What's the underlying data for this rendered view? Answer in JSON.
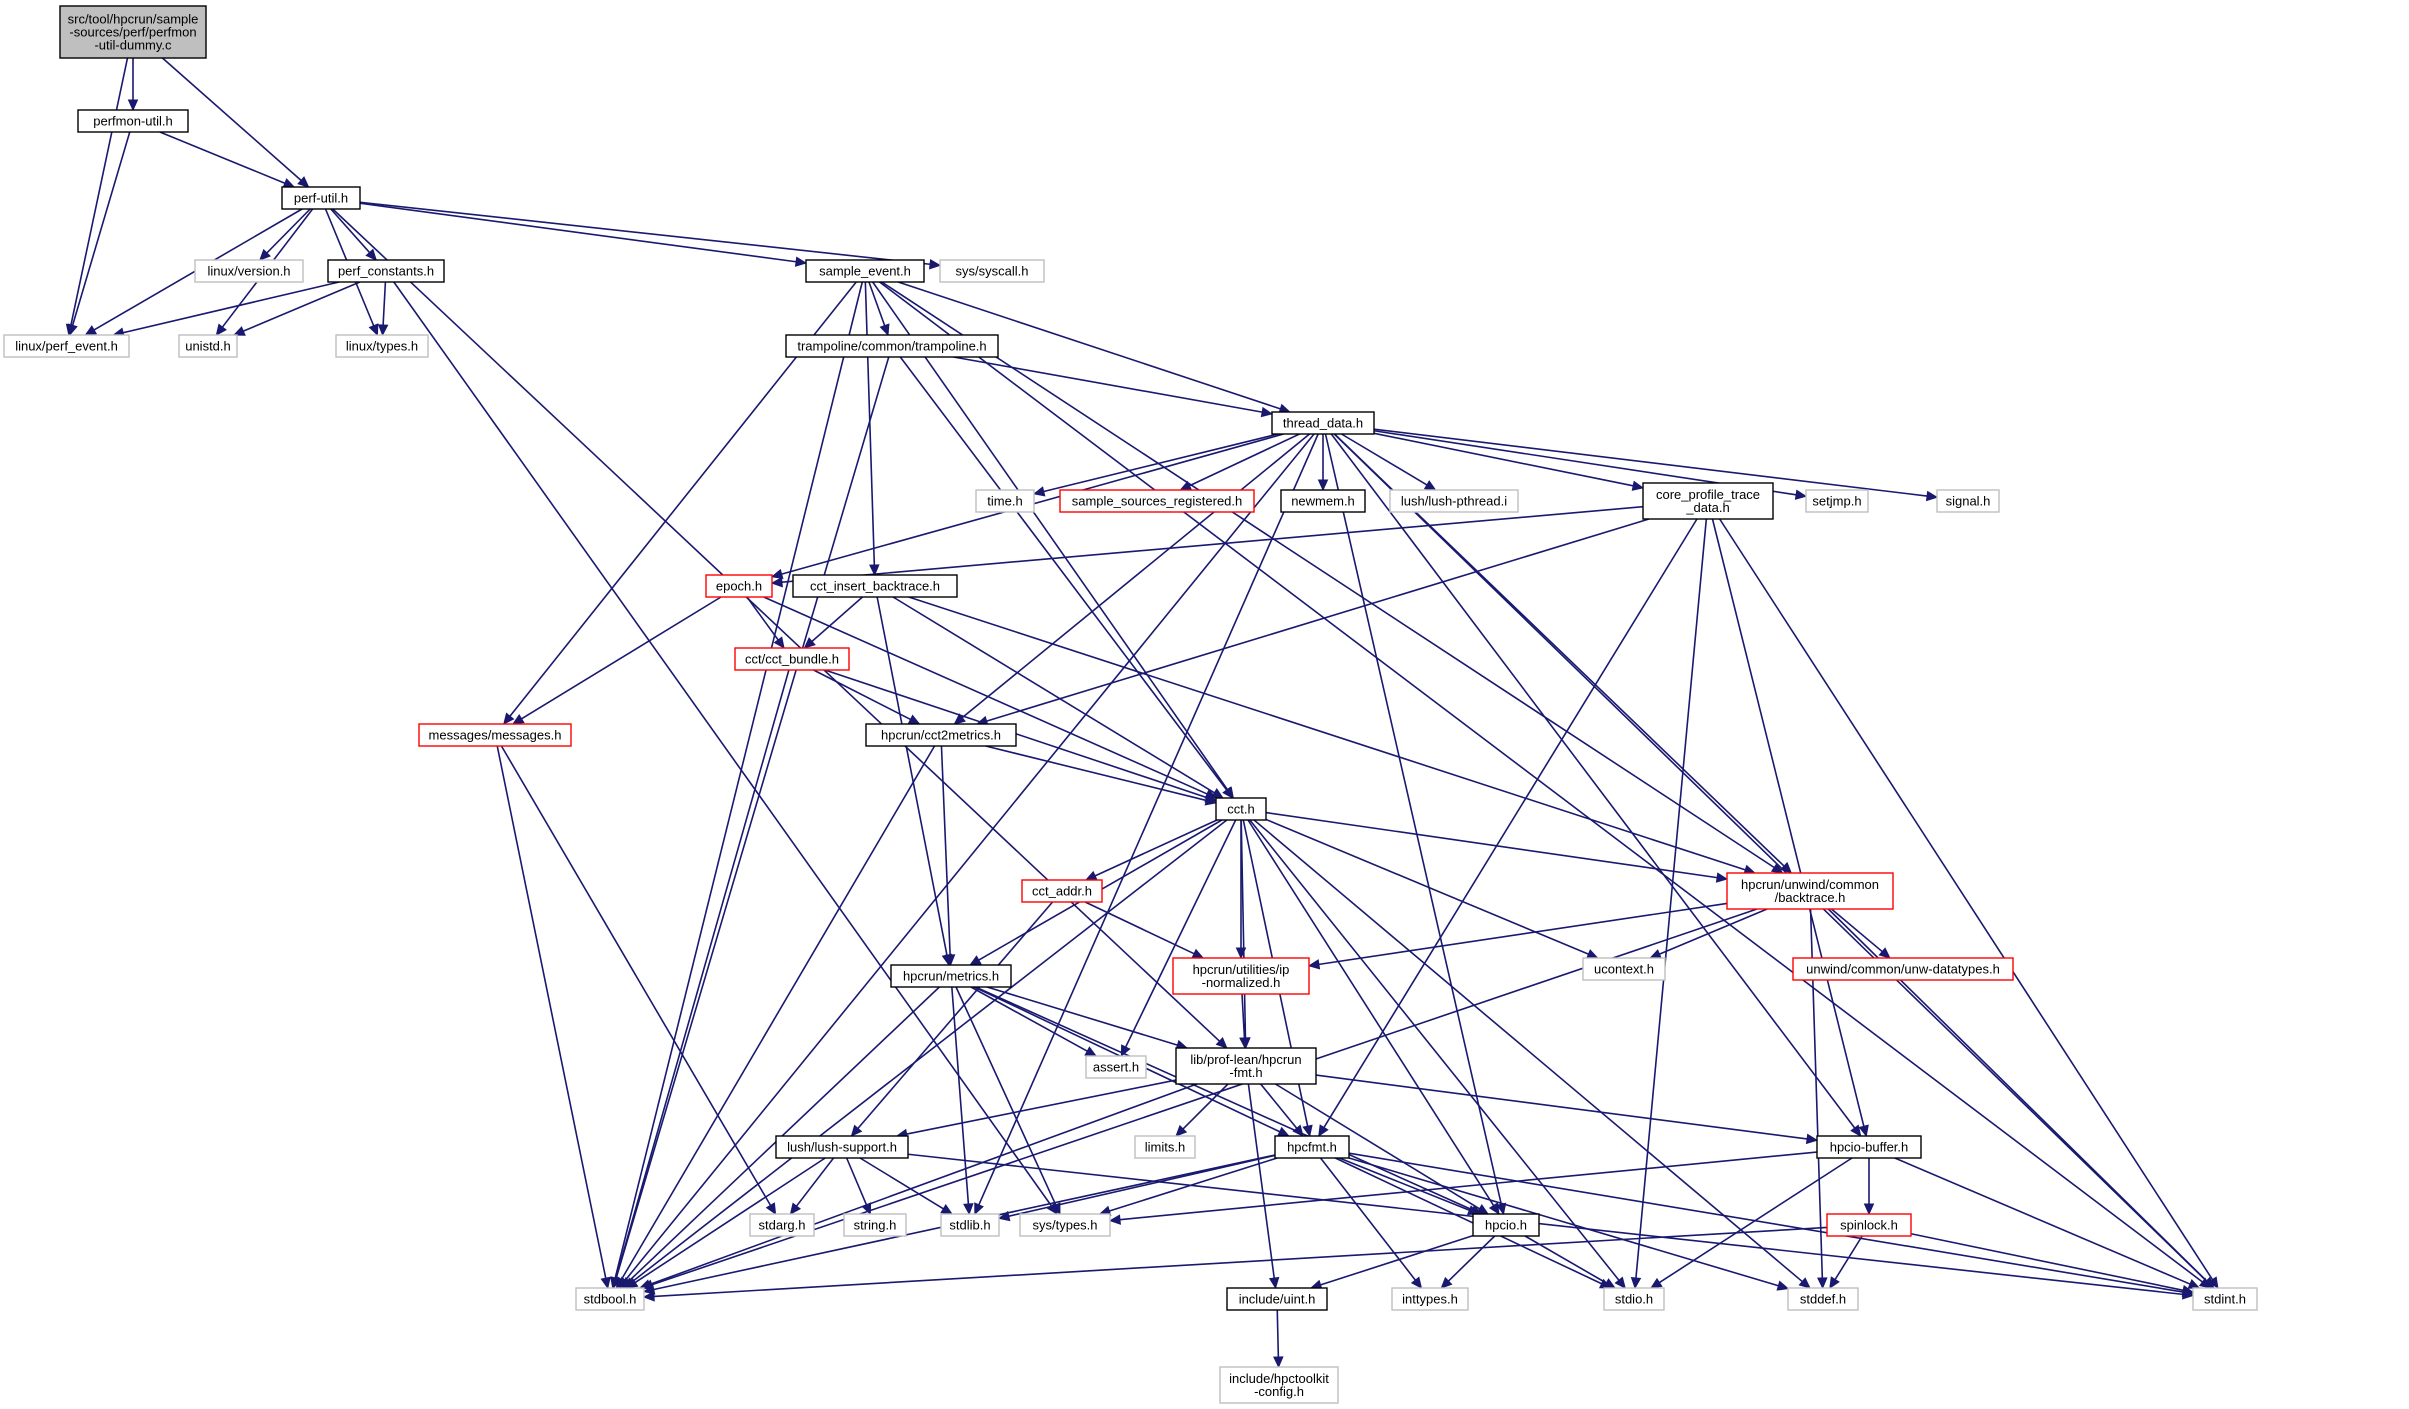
{
  "colors": {
    "edge": "#191970",
    "internal_border": "#000000",
    "external_border": "#bfbfbf",
    "error_border": "#ff0000",
    "root_fill": "#bfbfbf",
    "node_fill": "#ffffff"
  },
  "nodes": [
    {
      "id": "root",
      "lines": [
        "src/tool/hpcrun/sample",
        "-sources/perf/perfmon",
        "-util-dummy.c"
      ],
      "kind": "root"
    },
    {
      "id": "perfmon_util",
      "lines": [
        "perfmon-util.h"
      ],
      "kind": "internal"
    },
    {
      "id": "perf_util",
      "lines": [
        "perf-util.h"
      ],
      "kind": "internal"
    },
    {
      "id": "linux_perf_event",
      "lines": [
        "linux/perf_event.h"
      ],
      "kind": "external"
    },
    {
      "id": "linux_version",
      "lines": [
        "linux/version.h"
      ],
      "kind": "external"
    },
    {
      "id": "unistd",
      "lines": [
        "unistd.h"
      ],
      "kind": "external"
    },
    {
      "id": "perf_constants",
      "lines": [
        "perf_constants.h"
      ],
      "kind": "internal"
    },
    {
      "id": "linux_types",
      "lines": [
        "linux/types.h"
      ],
      "kind": "external"
    },
    {
      "id": "sample_event",
      "lines": [
        "sample_event.h"
      ],
      "kind": "internal"
    },
    {
      "id": "sys_syscall",
      "lines": [
        "sys/syscall.h"
      ],
      "kind": "external"
    },
    {
      "id": "trampoline",
      "lines": [
        "trampoline/common/trampoline.h"
      ],
      "kind": "internal"
    },
    {
      "id": "thread_data",
      "lines": [
        "thread_data.h"
      ],
      "kind": "internal"
    },
    {
      "id": "time_h",
      "lines": [
        "time.h"
      ],
      "kind": "external"
    },
    {
      "id": "sample_sources_registered",
      "lines": [
        "sample_sources_registered.h"
      ],
      "kind": "error"
    },
    {
      "id": "newmem",
      "lines": [
        "newmem.h"
      ],
      "kind": "internal"
    },
    {
      "id": "lush_pthread",
      "lines": [
        "lush/lush-pthread.i"
      ],
      "kind": "external"
    },
    {
      "id": "core_profile",
      "lines": [
        "core_profile_trace",
        "_data.h"
      ],
      "kind": "internal"
    },
    {
      "id": "setjmp",
      "lines": [
        "setjmp.h"
      ],
      "kind": "external"
    },
    {
      "id": "signal_h",
      "lines": [
        "signal.h"
      ],
      "kind": "external"
    },
    {
      "id": "epoch",
      "lines": [
        "epoch.h"
      ],
      "kind": "error"
    },
    {
      "id": "cct_insert",
      "lines": [
        "cct_insert_backtrace.h"
      ],
      "kind": "internal"
    },
    {
      "id": "cct_bundle",
      "lines": [
        "cct/cct_bundle.h"
      ],
      "kind": "error"
    },
    {
      "id": "messages",
      "lines": [
        "messages/messages.h"
      ],
      "kind": "error"
    },
    {
      "id": "cct2metrics",
      "lines": [
        "hpcrun/cct2metrics.h"
      ],
      "kind": "internal"
    },
    {
      "id": "cct",
      "lines": [
        "cct.h"
      ],
      "kind": "internal"
    },
    {
      "id": "backtrace",
      "lines": [
        "hpcrun/unwind/common",
        "/backtrace.h"
      ],
      "kind": "error"
    },
    {
      "id": "cct_addr",
      "lines": [
        "cct_addr.h"
      ],
      "kind": "error"
    },
    {
      "id": "ip_normalized",
      "lines": [
        "hpcrun/utilities/ip",
        "-normalized.h"
      ],
      "kind": "error"
    },
    {
      "id": "ucontext",
      "lines": [
        "ucontext.h"
      ],
      "kind": "external"
    },
    {
      "id": "unw_datatypes",
      "lines": [
        "unwind/common/unw-datatypes.h"
      ],
      "kind": "error"
    },
    {
      "id": "metrics",
      "lines": [
        "hpcrun/metrics.h"
      ],
      "kind": "internal"
    },
    {
      "id": "assert_h",
      "lines": [
        "assert.h"
      ],
      "kind": "external"
    },
    {
      "id": "prof_lean_fmt",
      "lines": [
        "lib/prof-lean/hpcrun",
        "-fmt.h"
      ],
      "kind": "internal"
    },
    {
      "id": "limits_h",
      "lines": [
        "limits.h"
      ],
      "kind": "external"
    },
    {
      "id": "hpcfmt",
      "lines": [
        "hpcfmt.h"
      ],
      "kind": "internal"
    },
    {
      "id": "lush_support",
      "lines": [
        "lush/lush-support.h"
      ],
      "kind": "internal"
    },
    {
      "id": "hpcio_buffer",
      "lines": [
        "hpcio-buffer.h"
      ],
      "kind": "internal"
    },
    {
      "id": "stdarg",
      "lines": [
        "stdarg.h"
      ],
      "kind": "external"
    },
    {
      "id": "string_h",
      "lines": [
        "string.h"
      ],
      "kind": "external"
    },
    {
      "id": "stdlib",
      "lines": [
        "stdlib.h"
      ],
      "kind": "external"
    },
    {
      "id": "sys_types",
      "lines": [
        "sys/types.h"
      ],
      "kind": "external"
    },
    {
      "id": "hpcio",
      "lines": [
        "hpcio.h"
      ],
      "kind": "internal"
    },
    {
      "id": "spinlock",
      "lines": [
        "spinlock.h"
      ],
      "kind": "error"
    },
    {
      "id": "stdbool",
      "lines": [
        "stdbool.h"
      ],
      "kind": "external"
    },
    {
      "id": "include_uint",
      "lines": [
        "include/uint.h"
      ],
      "kind": "internal"
    },
    {
      "id": "inttypes",
      "lines": [
        "inttypes.h"
      ],
      "kind": "external"
    },
    {
      "id": "stdio",
      "lines": [
        "stdio.h"
      ],
      "kind": "external"
    },
    {
      "id": "stddef",
      "lines": [
        "stddef.h"
      ],
      "kind": "external"
    },
    {
      "id": "stdint",
      "lines": [
        "stdint.h"
      ],
      "kind": "external"
    },
    {
      "id": "hpctoolkit_config",
      "lines": [
        "include/hpctoolkit",
        "-config.h"
      ],
      "kind": "external"
    }
  ],
  "edges": [
    [
      "root",
      "perfmon_util"
    ],
    [
      "root",
      "perf_util"
    ],
    [
      "root",
      "linux_perf_event"
    ],
    [
      "perfmon_util",
      "perf_util"
    ],
    [
      "perfmon_util",
      "linux_perf_event"
    ],
    [
      "perf_util",
      "linux_perf_event"
    ],
    [
      "perf_util",
      "linux_version"
    ],
    [
      "perf_util",
      "unistd"
    ],
    [
      "perf_util",
      "perf_constants"
    ],
    [
      "perf_util",
      "linux_types"
    ],
    [
      "perf_util",
      "sample_event"
    ],
    [
      "perf_util",
      "sys_syscall"
    ],
    [
      "perf_util",
      "prof_lean_fmt"
    ],
    [
      "perf_constants",
      "linux_perf_event"
    ],
    [
      "perf_constants",
      "unistd"
    ],
    [
      "perf_constants",
      "linux_types"
    ],
    [
      "perf_constants",
      "sys_types"
    ],
    [
      "sample_event",
      "trampoline"
    ],
    [
      "sample_event",
      "thread_data"
    ],
    [
      "sample_event",
      "cct_insert"
    ],
    [
      "sample_event",
      "messages"
    ],
    [
      "sample_event",
      "stdbool"
    ],
    [
      "sample_event",
      "stdint"
    ],
    [
      "sample_event",
      "cct"
    ],
    [
      "sample_event",
      "backtrace"
    ],
    [
      "trampoline",
      "thread_data"
    ],
    [
      "trampoline",
      "cct"
    ],
    [
      "trampoline",
      "stdbool"
    ],
    [
      "thread_data",
      "time_h"
    ],
    [
      "thread_data",
      "sample_sources_registered"
    ],
    [
      "thread_data",
      "newmem"
    ],
    [
      "thread_data",
      "lush_pthread"
    ],
    [
      "thread_data",
      "core_profile"
    ],
    [
      "thread_data",
      "setjmp"
    ],
    [
      "thread_data",
      "signal_h"
    ],
    [
      "thread_data",
      "epoch"
    ],
    [
      "thread_data",
      "cct2metrics"
    ],
    [
      "thread_data",
      "backtrace"
    ],
    [
      "thread_data",
      "hpcio"
    ],
    [
      "thread_data",
      "hpcio_buffer"
    ],
    [
      "thread_data",
      "stdint"
    ],
    [
      "thread_data",
      "stdbool"
    ],
    [
      "thread_data",
      "stdlib"
    ],
    [
      "core_profile",
      "epoch"
    ],
    [
      "core_profile",
      "cct2metrics"
    ],
    [
      "core_profile",
      "hpcfmt"
    ],
    [
      "core_profile",
      "stdio"
    ],
    [
      "core_profile",
      "hpcio_buffer"
    ],
    [
      "core_profile",
      "stdint"
    ],
    [
      "epoch",
      "cct_bundle"
    ],
    [
      "epoch",
      "messages"
    ],
    [
      "epoch",
      "cct"
    ],
    [
      "cct_insert",
      "cct_bundle"
    ],
    [
      "cct_insert",
      "cct"
    ],
    [
      "cct_insert",
      "backtrace"
    ],
    [
      "cct_insert",
      "metrics"
    ],
    [
      "cct_bundle",
      "cct2metrics"
    ],
    [
      "cct_bundle",
      "cct"
    ],
    [
      "cct_bundle",
      "stdbool"
    ],
    [
      "messages",
      "stdarg"
    ],
    [
      "messages",
      "stdbool"
    ],
    [
      "cct2metrics",
      "cct"
    ],
    [
      "cct2metrics",
      "metrics"
    ],
    [
      "cct2metrics",
      "stdbool"
    ],
    [
      "cct",
      "cct_addr"
    ],
    [
      "cct",
      "ip_normalized"
    ],
    [
      "cct",
      "backtrace"
    ],
    [
      "cct",
      "ucontext"
    ],
    [
      "cct",
      "metrics"
    ],
    [
      "cct",
      "assert_h"
    ],
    [
      "cct",
      "prof_lean_fmt"
    ],
    [
      "cct",
      "hpcfmt"
    ],
    [
      "cct",
      "hpcio"
    ],
    [
      "cct",
      "stdio"
    ],
    [
      "cct",
      "stddef"
    ],
    [
      "cct",
      "stdbool"
    ],
    [
      "backtrace",
      "ip_normalized"
    ],
    [
      "backtrace",
      "ucontext"
    ],
    [
      "backtrace",
      "unw_datatypes"
    ],
    [
      "backtrace",
      "stdint"
    ],
    [
      "backtrace",
      "stddef"
    ],
    [
      "backtrace",
      "stdbool"
    ],
    [
      "cct_addr",
      "ip_normalized"
    ],
    [
      "cct_addr",
      "lush_support"
    ],
    [
      "ip_normalized",
      "prof_lean_fmt"
    ],
    [
      "metrics",
      "assert_h"
    ],
    [
      "metrics",
      "prof_lean_fmt"
    ],
    [
      "metrics",
      "hpcfmt"
    ],
    [
      "metrics",
      "hpcio"
    ],
    [
      "metrics",
      "stdlib"
    ],
    [
      "metrics",
      "sys_types"
    ],
    [
      "metrics",
      "stdbool"
    ],
    [
      "prof_lean_fmt",
      "limits_h"
    ],
    [
      "prof_lean_fmt",
      "hpcfmt"
    ],
    [
      "prof_lean_fmt",
      "hpcio"
    ],
    [
      "prof_lean_fmt",
      "include_uint"
    ],
    [
      "prof_lean_fmt",
      "lush_support"
    ],
    [
      "prof_lean_fmt",
      "hpcio_buffer"
    ],
    [
      "prof_lean_fmt",
      "stdbool"
    ],
    [
      "lush_support",
      "stdarg"
    ],
    [
      "lush_support",
      "string_h"
    ],
    [
      "lush_support",
      "stdlib"
    ],
    [
      "lush_support",
      "stdbool"
    ],
    [
      "lush_support",
      "stdint"
    ],
    [
      "hpcfmt",
      "hpcio"
    ],
    [
      "hpcfmt",
      "stdio"
    ],
    [
      "hpcfmt",
      "inttypes"
    ],
    [
      "hpcfmt",
      "stdint"
    ],
    [
      "hpcfmt",
      "stdlib"
    ],
    [
      "hpcfmt",
      "sys_types"
    ],
    [
      "hpcfmt",
      "stddef"
    ],
    [
      "hpcfmt",
      "stdbool"
    ],
    [
      "hpcio_buffer",
      "spinlock"
    ],
    [
      "hpcio_buffer",
      "stdio"
    ],
    [
      "hpcio_buffer",
      "sys_types"
    ],
    [
      "hpcio_buffer",
      "stdint"
    ],
    [
      "spinlock",
      "stddef"
    ],
    [
      "spinlock",
      "stdint"
    ],
    [
      "spinlock",
      "stdbool"
    ],
    [
      "hpcio",
      "stdio"
    ],
    [
      "hpcio",
      "inttypes"
    ],
    [
      "hpcio",
      "include_uint"
    ],
    [
      "include_uint",
      "hpctoolkit_config"
    ]
  ]
}
